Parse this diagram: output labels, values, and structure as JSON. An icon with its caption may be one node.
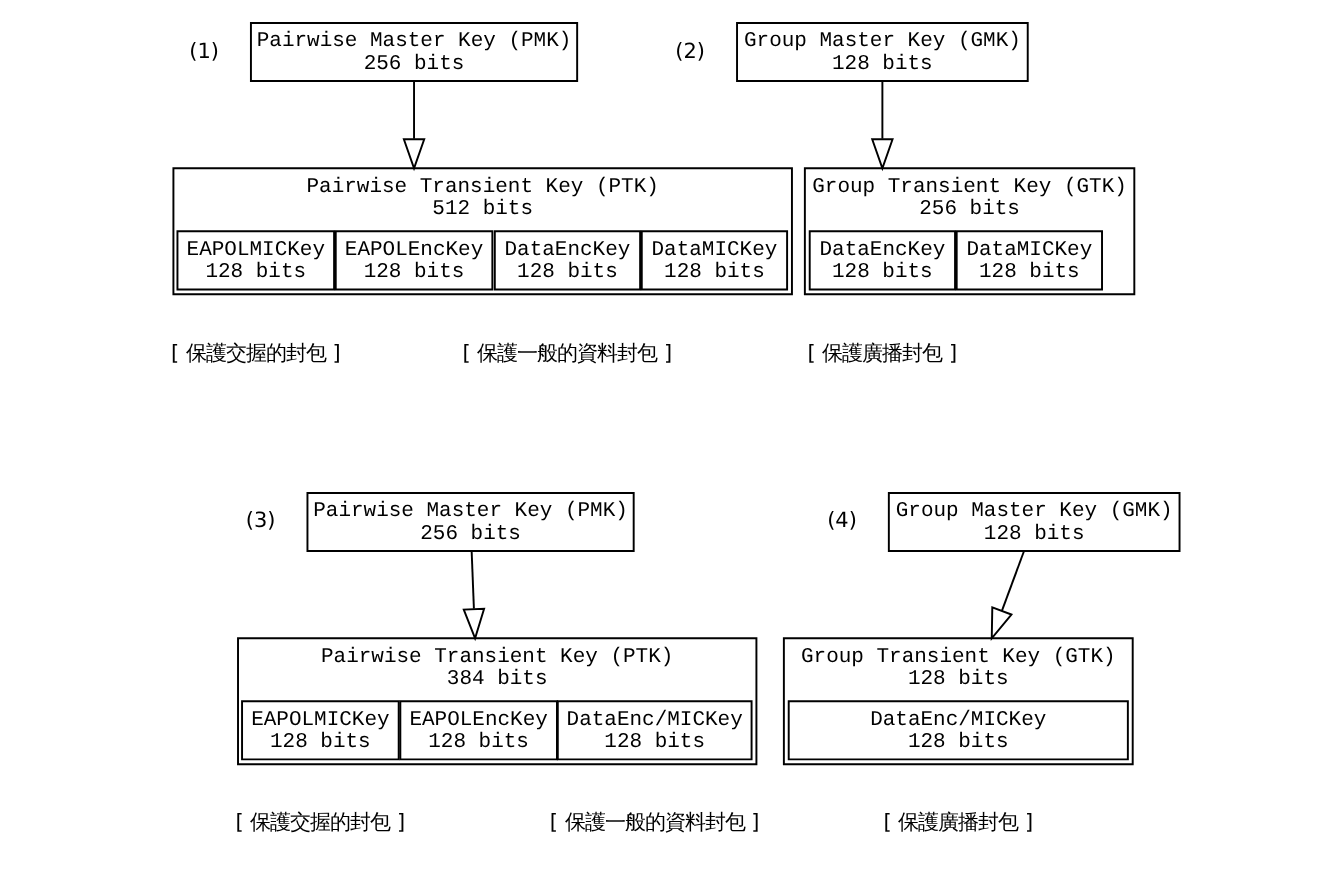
{
  "diagram": {
    "nodes": [
      {
        "text": [
          "Pairwise Master Key (PMK)",
          "256 bits"
        ]
      },
      {
        "text": [
          "Group Master Key (GMK)",
          "128 bits"
        ]
      },
      {
        "text": [
          "Pairwise Transient Key (PTK)",
          "512 bits"
        ]
      },
      {
        "text": [
          "EAPOLMICKey",
          "128 bits"
        ],
        "in": 2
      },
      {
        "text": [
          "EAPOLEncKey",
          "128 bits"
        ],
        "in": 2
      },
      {
        "text": [
          "DataEncKey",
          "128 bits"
        ],
        "in": 2
      },
      {
        "text": [
          "DataMICKey",
          "128 bits"
        ],
        "in": 2
      },
      {
        "text": [
          "Group Transient Key (GTK)",
          "256 bits"
        ]
      },
      {
        "text": [
          "DataEncKey",
          "128 bits"
        ],
        "in": 7
      },
      {
        "text": [
          "DataMICKey",
          "128 bits"
        ],
        "in": 7
      },
      {
        "text": [
          "Pairwise Master Key (PMK)",
          "256 bits"
        ]
      },
      {
        "text": [
          "Group Master Key (GMK)",
          "128 bits"
        ]
      },
      {
        "text": [
          "Pairwise Transient Key (PTK)",
          "384 bits"
        ]
      },
      {
        "text": [
          "EAPOLMICKey",
          "128 bits"
        ],
        "in": 12
      },
      {
        "text": [
          "EAPOLEncKey",
          "128 bits"
        ],
        "in": 12
      },
      {
        "text": [
          "DataEnc/MICKey",
          "128 bits"
        ],
        "in": 12
      },
      {
        "text": [
          "Group Transient Key (GTK)",
          "128 bits"
        ]
      },
      {
        "text": [
          "DataEnc/MICKey",
          "128 bits"
        ],
        "in": 16
      }
    ],
    "edges": [
      {
        "from": 0,
        "to": 2,
        "arrow": "to"
      },
      {
        "from": 1,
        "to": 7,
        "arrow": "to"
      },
      {
        "from": 10,
        "to": 12,
        "arrow": "to"
      },
      {
        "from": 11,
        "to": 16,
        "arrow": "to"
      }
    ],
    "labels": [
      "(1)",
      "(2)",
      "[ 保護交握的封包 ]",
      "[ 保護一般的資料封包 ]",
      "[ 保護廣播封包 ]",
      "(3)",
      "(4)",
      "[ 保護交握的封包 ]",
      "[ 保護一般的資料封包 ]",
      "[ 保護廣播封包 ]"
    ]
  }
}
